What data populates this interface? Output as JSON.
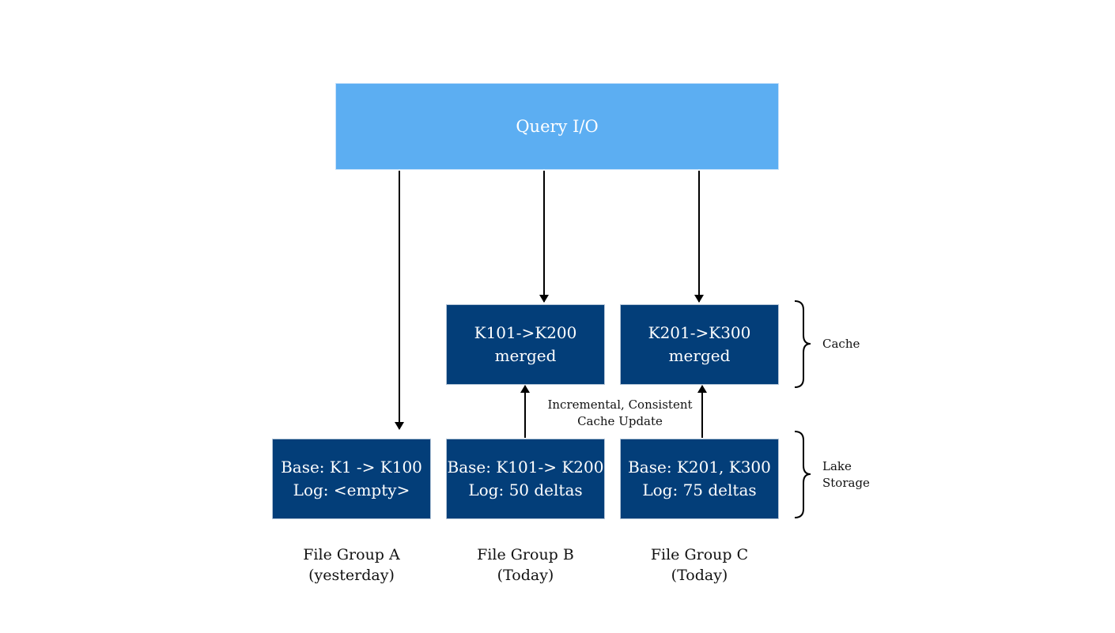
{
  "query": {
    "label": "Query I/O"
  },
  "cache_boxes": [
    {
      "line1": "K101->K200",
      "line2": "merged"
    },
    {
      "line1": "K201->K300",
      "line2": "merged"
    }
  ],
  "storage_boxes": [
    {
      "line1": "Base: K1 -> K100",
      "line2": "Log: <empty>"
    },
    {
      "line1": "Base: K101-> K200",
      "line2": "Log: 50 deltas"
    },
    {
      "line1": "Base: K201, K300",
      "line2": "Log: 75 deltas"
    }
  ],
  "file_groups": [
    {
      "name": "File Group A",
      "when": "(yesterday)"
    },
    {
      "name": "File Group B",
      "when": "(Today)"
    },
    {
      "name": "File Group C",
      "when": "(Today)"
    }
  ],
  "update_note": {
    "line1": "Incremental, Consistent",
    "line2": "Cache Update"
  },
  "tiers": {
    "cache": "Cache",
    "lake_line1": "Lake",
    "lake_line2": "Storage"
  },
  "colors": {
    "query": "#5caef2",
    "box": "#033e79",
    "arrow": "#000000"
  }
}
